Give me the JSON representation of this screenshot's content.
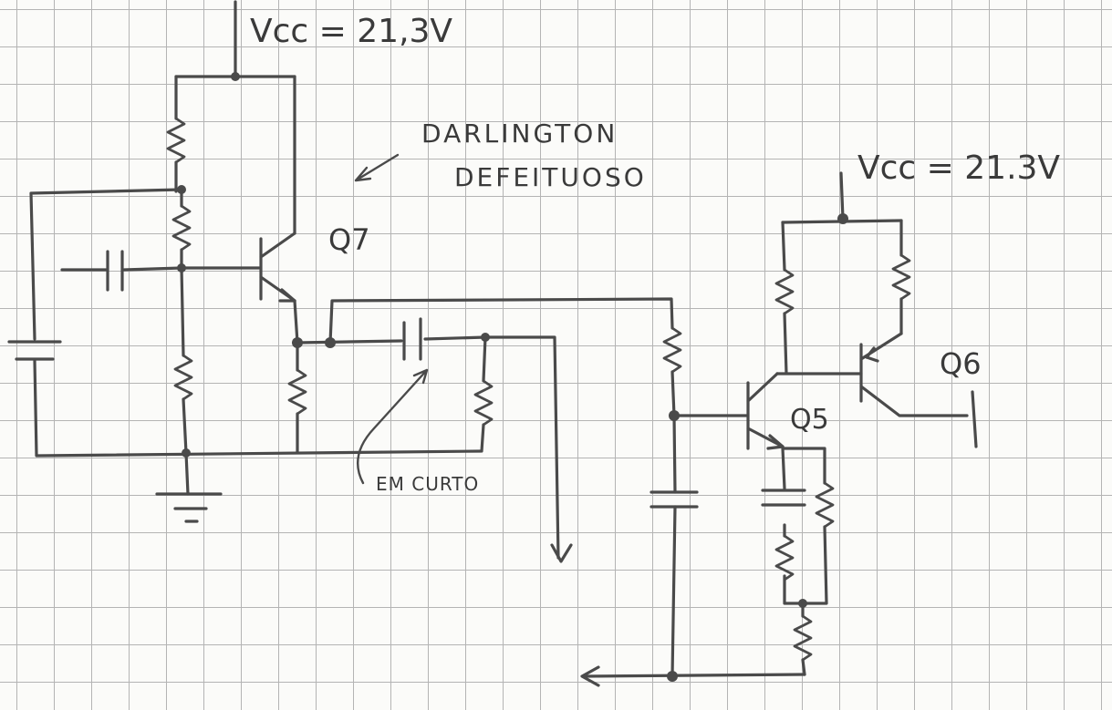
{
  "labels": {
    "vcc_left": "Vcc = 21,3V",
    "vcc_right": "Vcc = 21.3V",
    "darlington_line1": "DARLINGTON",
    "darlington_line2": "DEFEITUOSO",
    "short_note": "EM CURTO",
    "q7": "Q7",
    "q6": "Q6",
    "q5": "Q5"
  },
  "colors": {
    "ink": "#4a4a4a",
    "grid": "#b4b4b4",
    "paper": "#fbfbf9"
  }
}
